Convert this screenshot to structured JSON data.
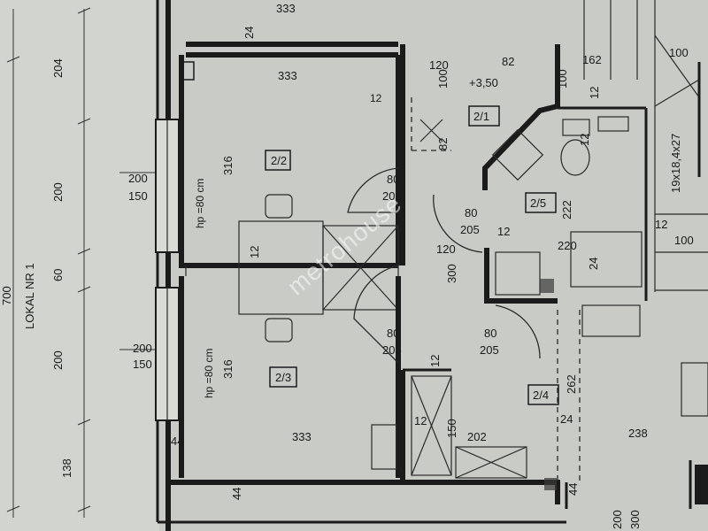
{
  "plan": {
    "unit_label": "LOKAL NR 1",
    "rooms": [
      {
        "id": "2/1",
        "area": "+3,50"
      },
      {
        "id": "2/2",
        "hp": "hp =80 cm"
      },
      {
        "id": "2/3",
        "hp": "hp =80 cm"
      },
      {
        "id": "2/4"
      },
      {
        "id": "2/5"
      }
    ],
    "doors": {
      "d1_w": "80",
      "d1_h": "205",
      "d2_w": "80",
      "d2_h": "205",
      "d3_w": "80",
      "d3_h": "205",
      "d4_w": "80",
      "d4_h": "205"
    },
    "stairs_label": "19x18,4x27",
    "dims": {
      "left_total": "700",
      "left_204": "204",
      "left_200a": "200",
      "left_60": "60",
      "left_200b": "200",
      "left_138": "138",
      "win1_top": "200",
      "win1_bot": "150",
      "win2_top": "200",
      "win2_bot": "150",
      "top_333": "333",
      "top_24": "24",
      "r22_333": "333",
      "r22_12": "12",
      "r22_316": "316",
      "r22_12b": "12",
      "r23_316": "316",
      "r23_333": "333",
      "r23_44": "44",
      "bot_44": "44",
      "d_120a": "120",
      "d_82": "82",
      "d_100a": "100",
      "d_100b": "100",
      "d_162": "162",
      "d_100c": "100",
      "d_12a": "12",
      "d_82b": "82",
      "d_222": "222",
      "d_12b": "12",
      "d_12c": "12",
      "d_120b": "120",
      "d_220": "220",
      "d_12d": "12",
      "d_100d": "100",
      "d_24a": "24",
      "d_300": "300",
      "d_12e": "12",
      "d_262": "262",
      "d_24b": "24",
      "d_12f": "12",
      "d_150": "150",
      "d_202": "202",
      "d_238": "238",
      "d_44b": "44",
      "d_200c": "200",
      "d_300b": "300"
    },
    "watermark": "metrohouse"
  }
}
